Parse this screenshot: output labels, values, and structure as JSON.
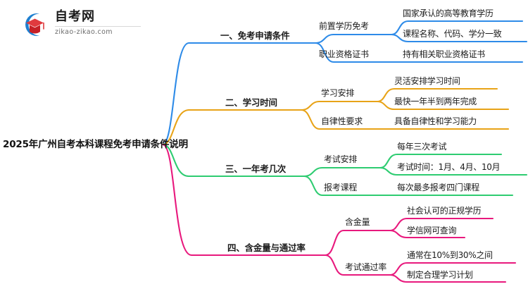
{
  "logo": {
    "name_cn": "自考网",
    "url": "zikao-zikao.com",
    "mark_icon": "graduation-cap-icon",
    "arc_color": "#1E7FD0",
    "cap_color": "#E03A3E"
  },
  "mindmap": {
    "root": {
      "label": "2025年广州自考本科课程免考申请条件说明"
    },
    "colors": {
      "branch1": "#2E8BE8",
      "branch2": "#E8A317",
      "branch3": "#2ECC71",
      "branch4": "#E8197D"
    },
    "branches": [
      {
        "label": "一、免考申请条件",
        "color": "#2E8BE8",
        "children": [
          {
            "label": "前置学历免考",
            "leaves": [
              {
                "label": "国家承认的高等教育学历"
              },
              {
                "label": "课程名称、代码、学分一致"
              }
            ]
          },
          {
            "label": "职业资格证书",
            "leaves": [
              {
                "label": "持有相关职业资格证书"
              }
            ]
          }
        ]
      },
      {
        "label": "二、学习时间",
        "color": "#E8A317",
        "children": [
          {
            "label": "学习安排",
            "leaves": [
              {
                "label": "灵活安排学习时间"
              },
              {
                "label": "最快一年半到两年完成"
              }
            ]
          },
          {
            "label": "自律性要求",
            "leaves": [
              {
                "label": "具备自律性和学习能力"
              }
            ]
          }
        ]
      },
      {
        "label": "三、一年考几次",
        "color": "#2ECC71",
        "children": [
          {
            "label": "考试安排",
            "leaves": [
              {
                "label": "每年三次考试"
              },
              {
                "label": "考试时间：1月、4月、10月"
              }
            ]
          },
          {
            "label": "报考课程",
            "leaves": [
              {
                "label": "每次最多报考四门课程"
              }
            ]
          }
        ]
      },
      {
        "label": "四、含金量与通过率",
        "color": "#E8197D",
        "children": [
          {
            "label": "含金量",
            "leaves": [
              {
                "label": "社会认可的正规学历"
              },
              {
                "label": "学信网可查询"
              }
            ]
          },
          {
            "label": "考试通过率",
            "leaves": [
              {
                "label": "通常在10%到30%之间"
              },
              {
                "label": "制定合理学习计划"
              }
            ]
          }
        ]
      }
    ]
  }
}
